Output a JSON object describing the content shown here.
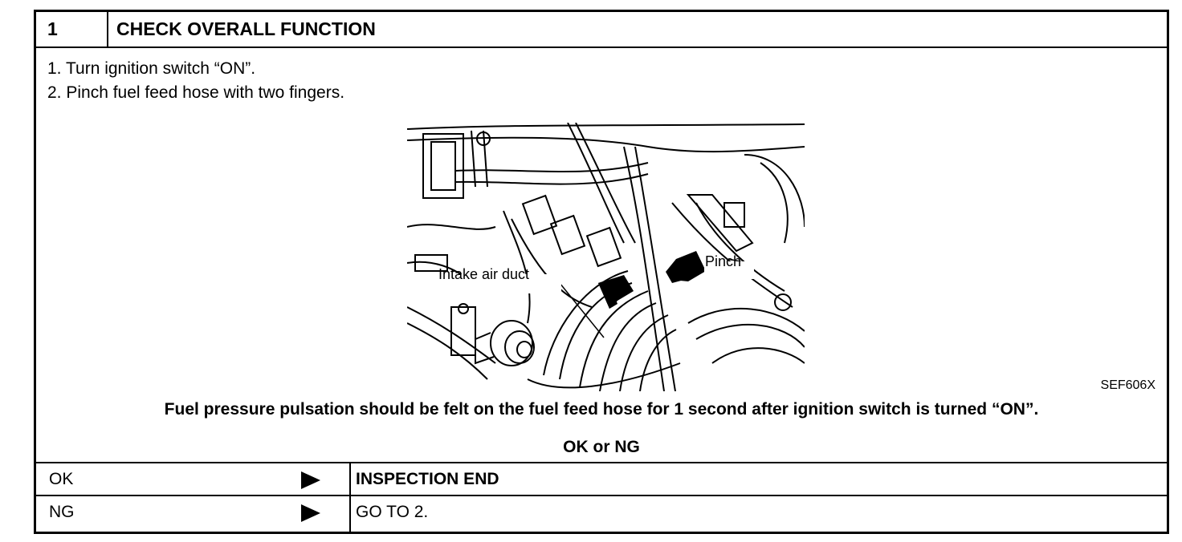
{
  "header": {
    "number": "1",
    "title": "CHECK OVERALL FUNCTION"
  },
  "steps": [
    "1.  Turn ignition switch “ON”.",
    "2.  Pinch fuel feed hose with two fingers."
  ],
  "figure": {
    "label_intake": "Intake air duct",
    "label_pinch": "Pinch",
    "code": "SEF606X"
  },
  "result_text": "Fuel pressure pulsation should be felt on the fuel feed hose for 1 second after ignition switch is turned “ON”.",
  "decision_prompt": "OK or NG",
  "outcomes": [
    {
      "condition": "OK",
      "action": "INSPECTION END"
    },
    {
      "condition": "NG",
      "action": "GO TO 2."
    }
  ]
}
